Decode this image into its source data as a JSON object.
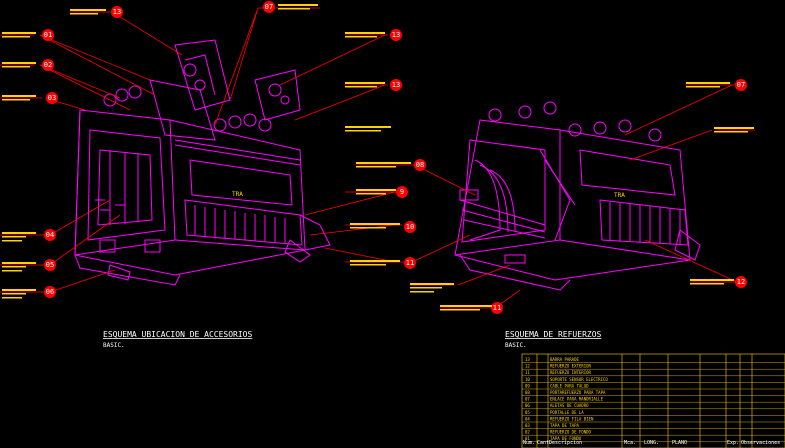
{
  "titles": {
    "left_title": "ESQUEMA UBICACION DE ACCESORIOS",
    "left_sub": "BASIC.",
    "right_title": "ESQUEMA DE REFUERZOS",
    "right_sub": "BASIC."
  },
  "callouts_left": [
    {
      "id": "lc1",
      "num": "13"
    },
    {
      "id": "lc2",
      "num": "07"
    },
    {
      "id": "lc3",
      "num": "01"
    },
    {
      "id": "lc4",
      "num": "02"
    },
    {
      "id": "lc5",
      "num": "03"
    },
    {
      "id": "lc6",
      "num": "13"
    },
    {
      "id": "lc7",
      "num": "13"
    },
    {
      "id": "lc8",
      "num": "04"
    },
    {
      "id": "lc9",
      "num": "05"
    },
    {
      "id": "lc10",
      "num": "06"
    }
  ],
  "callouts_right": [
    {
      "id": "rc1",
      "num": "07"
    },
    {
      "id": "rc2",
      "num": "08"
    },
    {
      "id": "rc3",
      "num": "9"
    },
    {
      "id": "rc4",
      "num": "10"
    },
    {
      "id": "rc5",
      "num": "11"
    },
    {
      "id": "rc6",
      "num": "11"
    },
    {
      "id": "rc7",
      "num": "12"
    }
  ],
  "tray_labels": {
    "left_tray": "TRA",
    "right_tray": "TRA"
  },
  "table": {
    "rows": [
      {
        "no": "13",
        "desc": "BARRA PARADE"
      },
      {
        "no": "12",
        "desc": "REFUERZO EXTERIOR"
      },
      {
        "no": "11",
        "desc": "REFUERZO INTERIOR"
      },
      {
        "no": "10",
        "desc": "SOPORTE SENSOR ELECTRICO"
      },
      {
        "no": "09",
        "desc": "CABLE PARA TALUD"
      },
      {
        "no": "08",
        "desc": "PORTAREFUERZO PARA TAPA"
      },
      {
        "no": "07",
        "desc": "ENLACE PARA MANDRIALLE"
      },
      {
        "no": "06",
        "desc": "ALETAS DE CUADRO"
      },
      {
        "no": "05",
        "desc": "PORTALLE DE LA"
      },
      {
        "no": "04",
        "desc": "REFUERZO FILA BIEN"
      },
      {
        "no": "03",
        "desc": "TAPA DE TAPA"
      },
      {
        "no": "02",
        "desc": "REFUERZO DE FONDO"
      },
      {
        "no": "01",
        "desc": "TAPA DE FONDO"
      }
    ],
    "footer": {
      "c1": "Num.",
      "c2": "Cant.",
      "c3": "Descripcion",
      "c4": "Mca.",
      "c5": "LONG.",
      "c6": "PLANO",
      "c7": "Exp.",
      "c8": "Observaciones"
    }
  }
}
